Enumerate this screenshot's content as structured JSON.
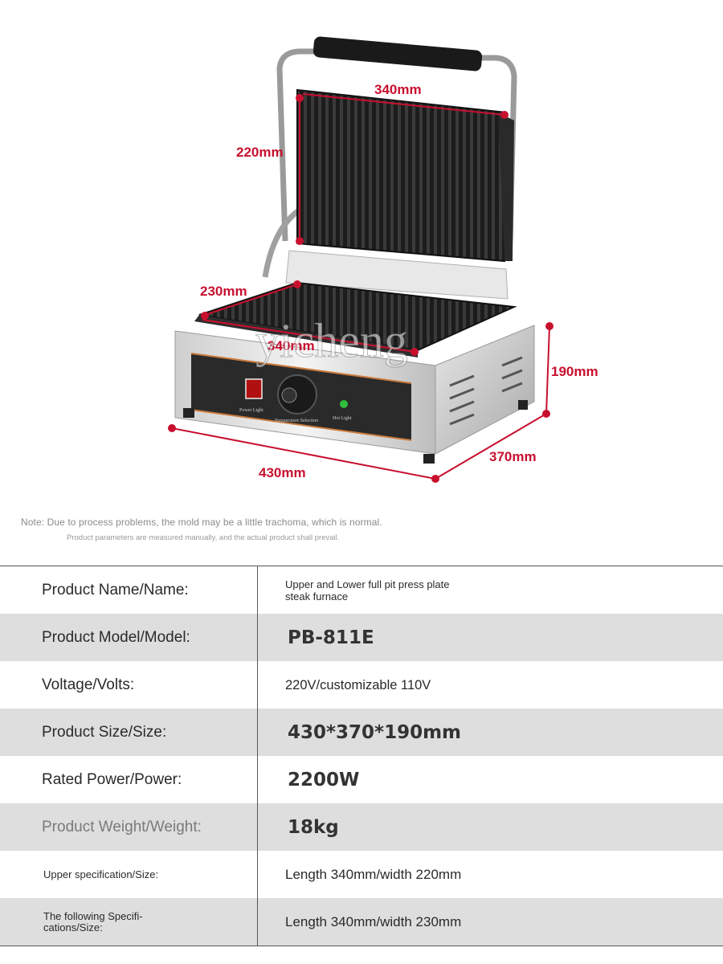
{
  "dimensions": {
    "upper_length": "340mm",
    "upper_width": "220mm",
    "lower_width": "230mm",
    "lower_length": "340mm",
    "height": "190mm",
    "depth": "370mm",
    "overall_length": "430mm"
  },
  "panel_labels": {
    "power_light": "Power Light",
    "temperature": "Temperature Selection",
    "hot_light": "Hot Light"
  },
  "watermark": "yicheng",
  "notes": {
    "note": "Note: Due to process problems, the mold may be a little trachoma, which is normal.",
    "subnote": "Product parameters are measured manually, and the actual product shall prevail."
  },
  "specs": [
    {
      "label": "Product Name/Name:",
      "value": "Upper and Lower full pit press plate steak furnace"
    },
    {
      "label": "Product Model/Model:",
      "value": "PB-811E"
    },
    {
      "label": "Voltage/Volts:",
      "value": "220V/customizable 110V"
    },
    {
      "label": "Product Size/Size:",
      "value": "430*370*190mm"
    },
    {
      "label": "Rated Power/Power:",
      "value": "2200W"
    },
    {
      "label": "Product Weight/Weight:",
      "value": "18kg"
    },
    {
      "label": "Upper specification/Size:",
      "value": "Length 340mm/width 220mm"
    },
    {
      "label": "The following Specifi-cations/Size:",
      "value": "Length 340mm/width 230mm"
    }
  ],
  "colors": {
    "dimension_red": "#c8102e",
    "row_shade": "#dedede"
  }
}
